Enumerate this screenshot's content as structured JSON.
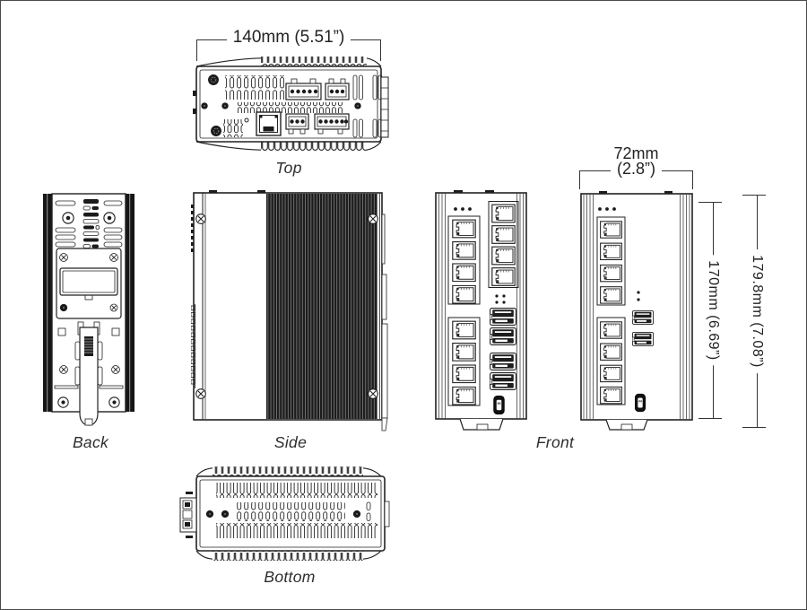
{
  "views": {
    "top": {
      "label": "Top"
    },
    "back": {
      "label": "Back"
    },
    "side": {
      "label": "Side"
    },
    "front": {
      "label": "Front"
    },
    "bottom": {
      "label": "Bottom"
    }
  },
  "dimensions": {
    "width_top": {
      "text": "140mm (5.51”)"
    },
    "width_front": {
      "line1": "72mm",
      "line2": "(2.8”)"
    },
    "height_body": {
      "text": "170mm (6.69”)"
    },
    "height_overall": {
      "text": "179.8mm (7.08”)"
    }
  },
  "colors": {
    "background": "#ffffff",
    "line": "#222222",
    "dark_fill": "#1b1b1b",
    "dimension_line": "#333333",
    "label_text": "#2d2d2d"
  }
}
